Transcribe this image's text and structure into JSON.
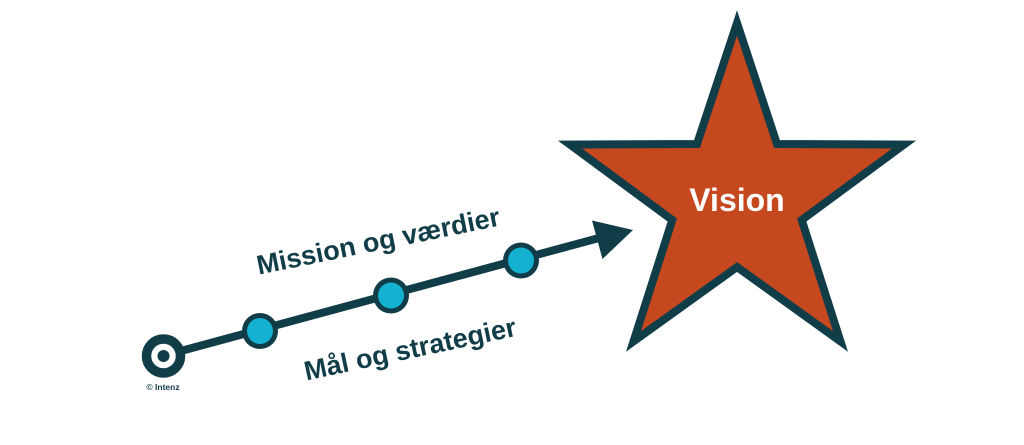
{
  "diagram": {
    "star_label": "Vision",
    "label_above_line": "Mission og værdier",
    "label_below_line": "Mål og strategier",
    "credit": "© Intenz",
    "milestone_count": 3
  },
  "colors": {
    "teal": "#113d49",
    "cyan": "#14b1d1",
    "orange": "#c5481f",
    "white": "#ffffff",
    "background": "#ffffff"
  },
  "icons": {
    "start_marker": "target-ring",
    "milestone": "dot",
    "arrow": "arrow-up-right",
    "goal": "star"
  }
}
